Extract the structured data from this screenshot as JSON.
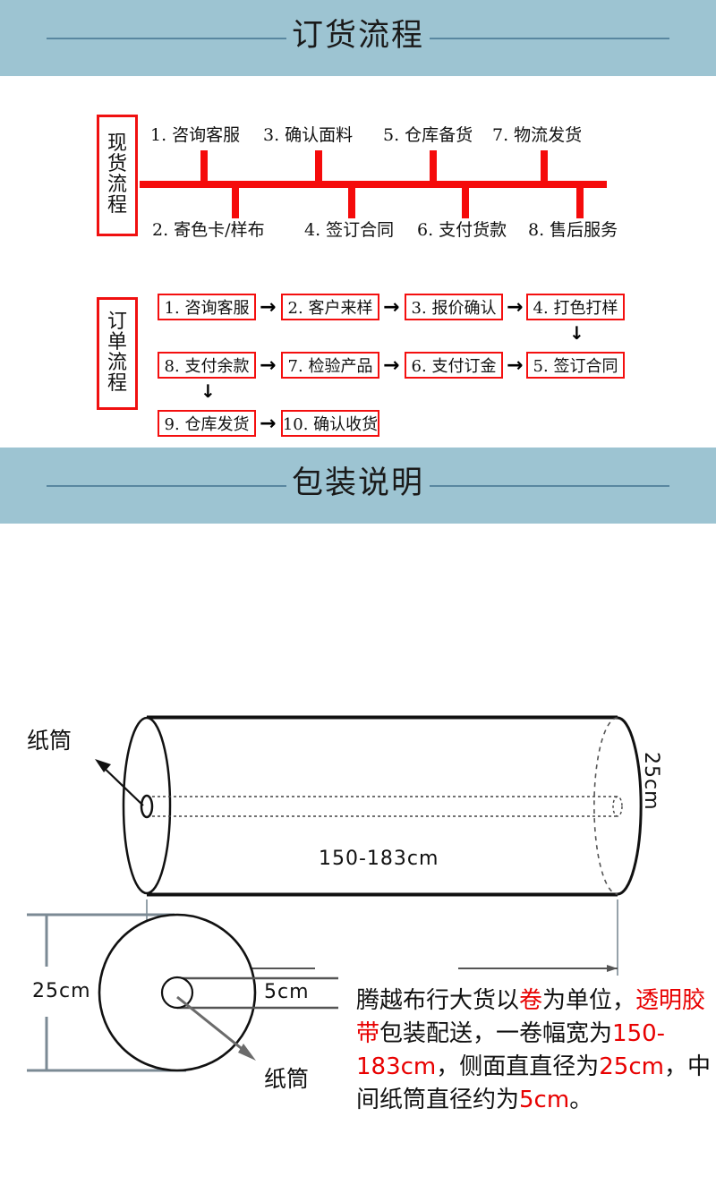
{
  "sections": [
    {
      "id": "order-process",
      "title": "订货流程"
    },
    {
      "id": "packaging",
      "title": "包装说明"
    }
  ],
  "spot_flow": {
    "label": "现货流程",
    "label_chars": [
      "现",
      "货",
      "流",
      "程"
    ],
    "top_steps": [
      "1. 咨询客服",
      "3. 确认面料",
      "5. 仓库备货",
      "7. 物流发货"
    ],
    "bottom_steps": [
      "2. 寄色卡/样布",
      "4. 签订合同",
      "6. 支付货款",
      "8. 售后服务"
    ],
    "line_color": "#f50b0b"
  },
  "order_flow": {
    "label": "订单流程",
    "label_chars": [
      "订",
      "单",
      "流",
      "程"
    ],
    "row1": [
      "1. 咨询客服",
      "2. 客户来样",
      "3. 报价确认",
      "4. 打色打样"
    ],
    "row2": [
      "8. 支付余款",
      "7. 检验产品",
      "6. 支付订金",
      "5. 签订合同"
    ],
    "row3": [
      "9. 仓库发货",
      "10. 确认收货"
    ],
    "arrow_right": "→",
    "arrow_down": "↓",
    "box_border_color": "#f40f0f"
  },
  "roll_diagram": {
    "tube_label": "纸筒",
    "length_dim": "150-183cm",
    "diameter_dim": "25cm"
  },
  "circle_diagram": {
    "outer_dim": "25cm",
    "inner_dim": "5cm",
    "tube_label": "纸筒"
  },
  "description": {
    "p1": "腾越布行大货以",
    "hl1": "卷",
    "p2": "为单位，",
    "hl2": "透明胶带",
    "p3": "包装配送，一卷幅宽为",
    "hl3": "150-183cm",
    "p4": "，侧面直直径为",
    "hl4": "25cm",
    "p5": "，中间纸筒直径约为",
    "hl5": "5cm",
    "p6": "。"
  },
  "colors": {
    "banner_bg": "#9dc4d2",
    "banner_rule": "#4d7c98",
    "accent_red": "#e80000",
    "flow_red": "#f40f0f"
  }
}
